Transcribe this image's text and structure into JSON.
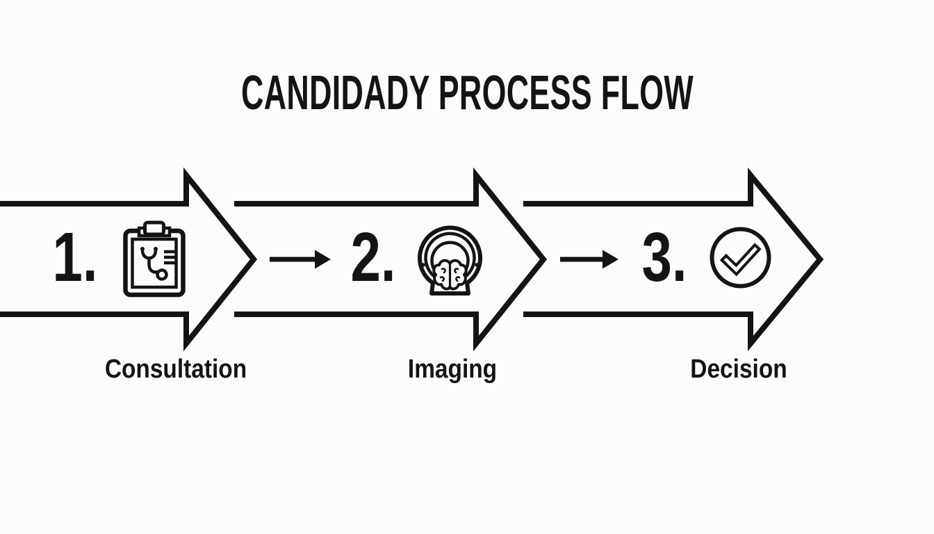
{
  "title": "CANDIDADY PROCESS FLOW",
  "steps": [
    {
      "number": "1.",
      "label": "Consultation",
      "icon": "clipboard-stethoscope-icon"
    },
    {
      "number": "2.",
      "label": "Imaging",
      "icon": "brain-scan-icon"
    },
    {
      "number": "3.",
      "label": "Decision",
      "icon": "check-circle-icon"
    }
  ],
  "colors": {
    "ink": "#141414",
    "bg": "#fcfcfc"
  }
}
